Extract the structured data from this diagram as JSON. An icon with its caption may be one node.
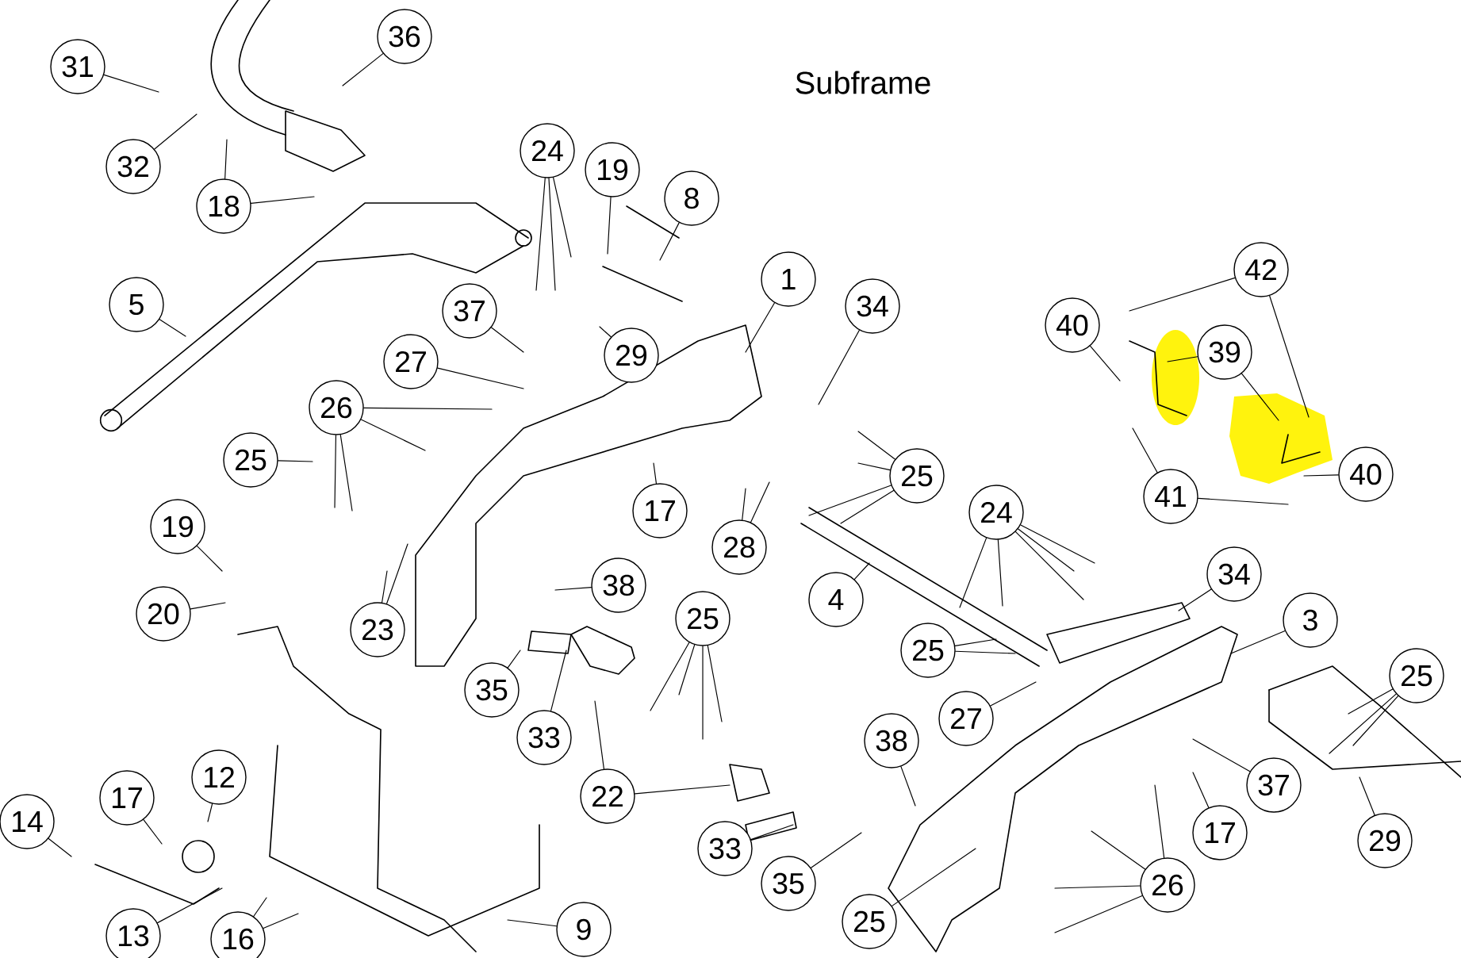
{
  "diagram": {
    "title": "Subframe",
    "nodes": [
      {
        "text": [
          "31"
        ]
      },
      {
        "text": [
          "36"
        ]
      },
      {
        "text": [
          "32"
        ]
      },
      {
        "text": [
          "18"
        ]
      },
      {
        "text": [
          "5"
        ]
      },
      {
        "text": [
          "24"
        ]
      },
      {
        "text": [
          "19"
        ]
      },
      {
        "text": [
          "8"
        ]
      },
      {
        "text": [
          "1"
        ]
      },
      {
        "text": [
          "34"
        ]
      },
      {
        "text": [
          "37"
        ]
      },
      {
        "text": [
          "27"
        ]
      },
      {
        "text": [
          "29"
        ]
      },
      {
        "text": [
          "26"
        ]
      },
      {
        "text": [
          "25"
        ]
      },
      {
        "text": [
          "42"
        ]
      },
      {
        "text": [
          "40"
        ]
      },
      {
        "text": [
          "39"
        ]
      },
      {
        "text": [
          "25"
        ]
      },
      {
        "text": [
          "40"
        ]
      },
      {
        "text": [
          "17"
        ]
      },
      {
        "text": [
          "41"
        ]
      },
      {
        "text": [
          "28"
        ]
      },
      {
        "text": [
          "19"
        ]
      },
      {
        "text": [
          "38"
        ]
      },
      {
        "text": [
          "4"
        ]
      },
      {
        "text": [
          "24"
        ]
      },
      {
        "text": [
          "34"
        ]
      },
      {
        "text": [
          "20"
        ]
      },
      {
        "text": [
          "23"
        ]
      },
      {
        "text": [
          "3"
        ]
      },
      {
        "text": [
          "25"
        ]
      },
      {
        "text": [
          "35"
        ]
      },
      {
        "text": [
          "25"
        ]
      },
      {
        "text": [
          "33"
        ]
      },
      {
        "text": [
          "25"
        ]
      },
      {
        "text": [
          "27"
        ]
      },
      {
        "text": [
          "38"
        ]
      },
      {
        "text": [
          "37"
        ]
      },
      {
        "text": [
          "22"
        ]
      },
      {
        "text": [
          "12"
        ]
      },
      {
        "text": [
          "17"
        ]
      },
      {
        "text": [
          "14"
        ]
      },
      {
        "text": [
          "17"
        ]
      },
      {
        "text": [
          "29"
        ]
      },
      {
        "text": [
          "33"
        ]
      },
      {
        "text": [
          "35"
        ]
      },
      {
        "text": [
          "26"
        ]
      },
      {
        "text": [
          "25"
        ]
      },
      {
        "text": [
          "13"
        ]
      },
      {
        "text": [
          "16"
        ]
      },
      {
        "text": [
          "9"
        ]
      }
    ],
    "edges": [
      {
        "from": 0,
        "to": null,
        "arrow": "none"
      },
      {
        "from": 1,
        "to": null,
        "arrow": "none"
      },
      {
        "from": 2,
        "to": null,
        "arrow": "none"
      },
      {
        "from": 3,
        "to": null,
        "arrow": "none"
      },
      {
        "from": 3,
        "to": null,
        "arrow": "none"
      },
      {
        "from": 4,
        "to": null,
        "arrow": "none"
      },
      {
        "from": 5,
        "to": null,
        "arrow": "none"
      },
      {
        "from": 5,
        "to": null,
        "arrow": "none"
      },
      {
        "from": 5,
        "to": null,
        "arrow": "none"
      },
      {
        "from": 6,
        "to": null,
        "arrow": "none"
      },
      {
        "from": 7,
        "to": null,
        "arrow": "none"
      },
      {
        "from": 8,
        "to": null,
        "arrow": "none"
      },
      {
        "from": 9,
        "to": null,
        "arrow": "none"
      },
      {
        "from": 10,
        "to": null,
        "arrow": "none"
      },
      {
        "from": 11,
        "to": null,
        "arrow": "none"
      },
      {
        "from": 12,
        "to": null,
        "arrow": "none"
      },
      {
        "from": 13,
        "to": null,
        "arrow": "none"
      },
      {
        "from": 13,
        "to": null,
        "arrow": "none"
      },
      {
        "from": 13,
        "to": null,
        "arrow": "none"
      },
      {
        "from": 13,
        "to": null,
        "arrow": "none"
      },
      {
        "from": 14,
        "to": null,
        "arrow": "none"
      },
      {
        "from": 15,
        "to": null,
        "arrow": "none"
      },
      {
        "from": 15,
        "to": null,
        "arrow": "none"
      },
      {
        "from": 16,
        "to": null,
        "arrow": "none"
      },
      {
        "from": 17,
        "to": null,
        "arrow": "none"
      },
      {
        "from": 17,
        "to": null,
        "arrow": "none"
      },
      {
        "from": 18,
        "to": null,
        "arrow": "none"
      },
      {
        "from": 18,
        "to": null,
        "arrow": "none"
      },
      {
        "from": 18,
        "to": null,
        "arrow": "none"
      },
      {
        "from": 18,
        "to": null,
        "arrow": "none"
      },
      {
        "from": 19,
        "to": null,
        "arrow": "none"
      },
      {
        "from": 20,
        "to": null,
        "arrow": "none"
      },
      {
        "from": 21,
        "to": null,
        "arrow": "none"
      },
      {
        "from": 21,
        "to": null,
        "arrow": "none"
      },
      {
        "from": 22,
        "to": null,
        "arrow": "none"
      },
      {
        "from": 22,
        "to": null,
        "arrow": "none"
      },
      {
        "from": 23,
        "to": null,
        "arrow": "none"
      },
      {
        "from": 24,
        "to": null,
        "arrow": "none"
      },
      {
        "from": 25,
        "to": null,
        "arrow": "none"
      },
      {
        "from": 26,
        "to": null,
        "arrow": "none"
      },
      {
        "from": 26,
        "to": null,
        "arrow": "none"
      },
      {
        "from": 26,
        "to": null,
        "arrow": "none"
      },
      {
        "from": 26,
        "to": null,
        "arrow": "none"
      },
      {
        "from": 26,
        "to": null,
        "arrow": "none"
      },
      {
        "from": 27,
        "to": null,
        "arrow": "none"
      },
      {
        "from": 28,
        "to": null,
        "arrow": "none"
      },
      {
        "from": 29,
        "to": null,
        "arrow": "none"
      },
      {
        "from": 29,
        "to": null,
        "arrow": "none"
      },
      {
        "from": 30,
        "to": null,
        "arrow": "none"
      },
      {
        "from": 31,
        "to": null,
        "arrow": "none"
      },
      {
        "from": 31,
        "to": null,
        "arrow": "none"
      },
      {
        "from": 32,
        "to": null,
        "arrow": "none"
      },
      {
        "from": 33,
        "to": null,
        "arrow": "none"
      },
      {
        "from": 33,
        "to": null,
        "arrow": "none"
      },
      {
        "from": 33,
        "to": null,
        "arrow": "none"
      },
      {
        "from": 33,
        "to": null,
        "arrow": "none"
      },
      {
        "from": 34,
        "to": null,
        "arrow": "none"
      },
      {
        "from": 35,
        "to": null,
        "arrow": "none"
      },
      {
        "from": 35,
        "to": null,
        "arrow": "none"
      },
      {
        "from": 35,
        "to": null,
        "arrow": "none"
      },
      {
        "from": 36,
        "to": null,
        "arrow": "none"
      },
      {
        "from": 37,
        "to": null,
        "arrow": "none"
      },
      {
        "from": 38,
        "to": null,
        "arrow": "none"
      },
      {
        "from": 39,
        "to": null,
        "arrow": "none"
      },
      {
        "from": 39,
        "to": null,
        "arrow": "none"
      },
      {
        "from": 40,
        "to": null,
        "arrow": "none"
      },
      {
        "from": 41,
        "to": null,
        "arrow": "none"
      },
      {
        "from": 42,
        "to": null,
        "arrow": "none"
      },
      {
        "from": 43,
        "to": null,
        "arrow": "none"
      },
      {
        "from": 44,
        "to": null,
        "arrow": "none"
      },
      {
        "from": 45,
        "to": null,
        "arrow": "none"
      },
      {
        "from": 46,
        "to": null,
        "arrow": "none"
      },
      {
        "from": 47,
        "to": null,
        "arrow": "none"
      },
      {
        "from": 47,
        "to": null,
        "arrow": "none"
      },
      {
        "from": 47,
        "to": null,
        "arrow": "none"
      },
      {
        "from": 47,
        "to": null,
        "arrow": "none"
      },
      {
        "from": 48,
        "to": null,
        "arrow": "none"
      },
      {
        "from": 49,
        "to": null,
        "arrow": "none"
      },
      {
        "from": 50,
        "to": null,
        "arrow": "none"
      },
      {
        "from": 50,
        "to": null,
        "arrow": "none"
      },
      {
        "from": 51,
        "to": null,
        "arrow": "none"
      }
    ]
  }
}
